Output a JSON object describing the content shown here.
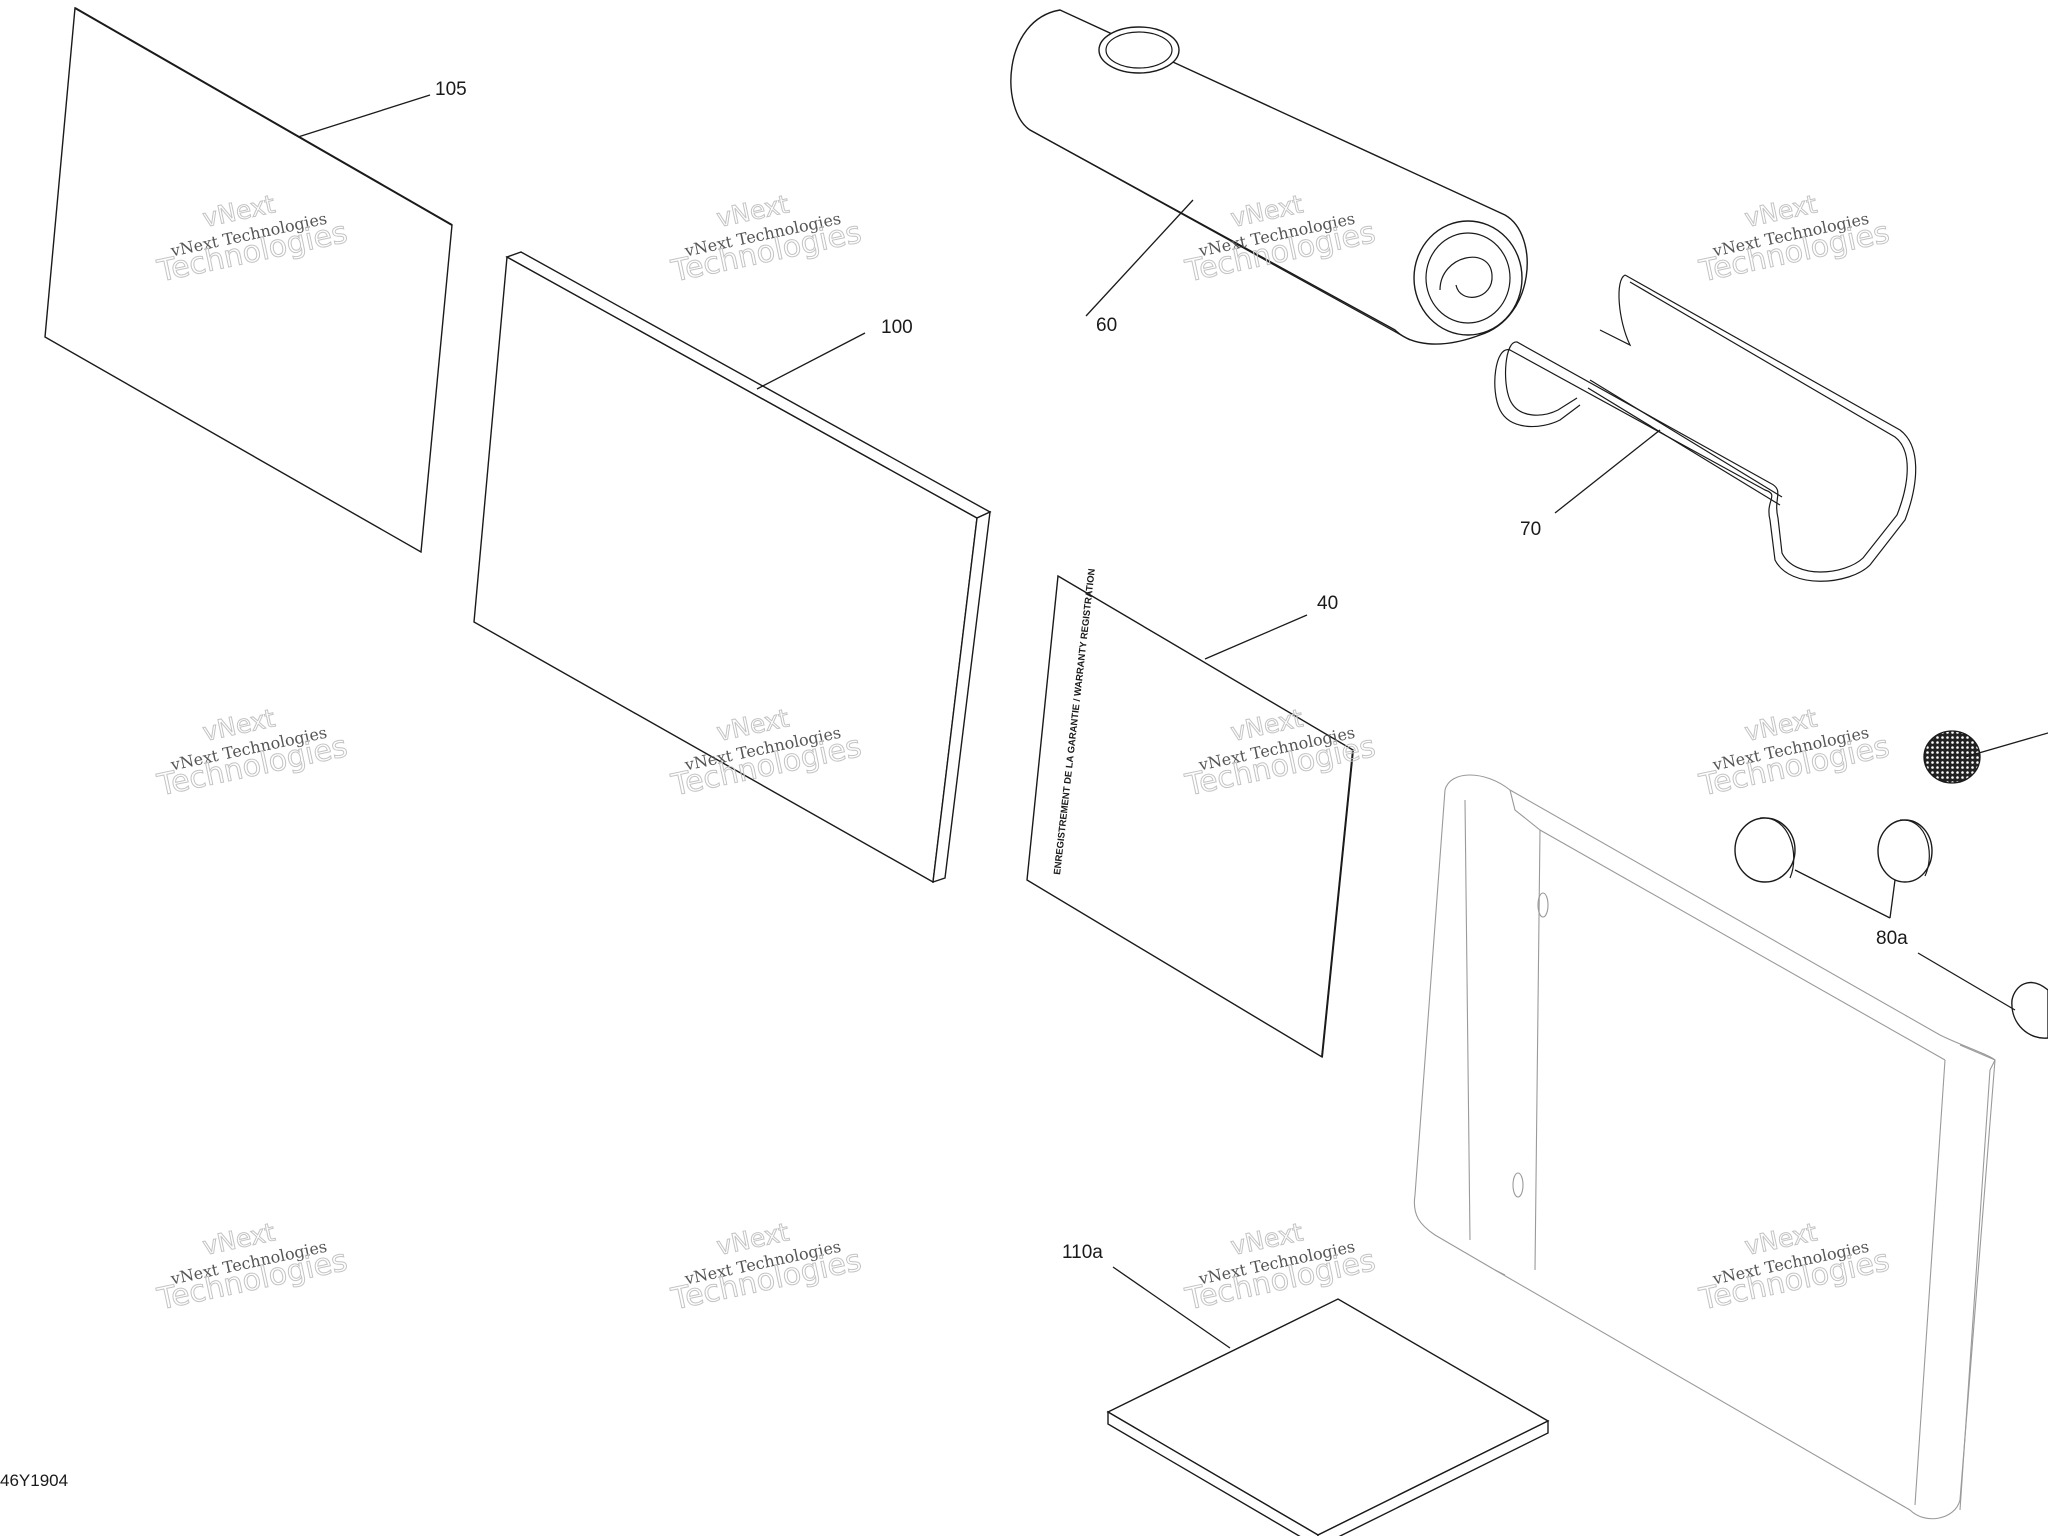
{
  "diagram_ref": "46Y1904",
  "callouts": {
    "c105": "105",
    "c100": "100",
    "c60": "60",
    "c70": "70",
    "c40": "40",
    "c80a": "80a",
    "c110a": "110a"
  },
  "card_text": "ENREGISTREMENT DE LA GARANTIE / WARRANTY REGISTRATION",
  "watermark": {
    "line1": "vNext",
    "line2": "vNext Technologies",
    "line3": "Technologies"
  },
  "colors": {
    "ink": "#1a1a1a",
    "watermark": "#c4c4c4",
    "background": "#ffffff"
  }
}
